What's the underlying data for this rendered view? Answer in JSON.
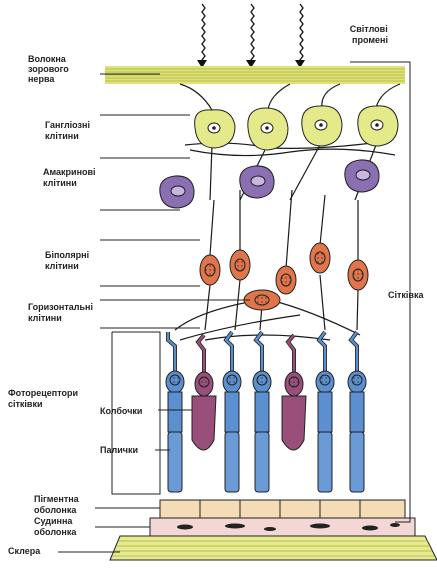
{
  "labels": {
    "light_rays": [
      "Світлові",
      "промені"
    ],
    "optic_fibers": [
      "Волокна",
      "зорового",
      "нерва"
    ],
    "ganglion": [
      "Гангліозні",
      "клітини"
    ],
    "amacrine": [
      "Амакринові",
      "клітини"
    ],
    "bipolar": [
      "Біполярні",
      "клітини"
    ],
    "horizontal": [
      "Горизонтальні",
      "клітини"
    ],
    "photoreceptors": [
      "Фоторецептори",
      "сітківки"
    ],
    "cones": "Колбочки",
    "rods": "Палички",
    "retina": "Сітківка",
    "pigment": [
      "Пігментна",
      "оболонка"
    ],
    "choroid": [
      "Судинна",
      "оболонка"
    ],
    "sclera": "Склера"
  },
  "colors": {
    "ganglion_fill": "#e4ea8a",
    "nerve_fiber": "#d6dc70",
    "amacrine_fill": "#8a6fb3",
    "bipolar_fill": "#e0744a",
    "rod_fill": "#5b8fcf",
    "cone_fill": "#9a4f7a",
    "pigment_fill": "#f3dcb6",
    "choroid_fill": "#f2d7d4",
    "sclera_fill": "#e8ea92",
    "line": "#1a1a1a"
  }
}
